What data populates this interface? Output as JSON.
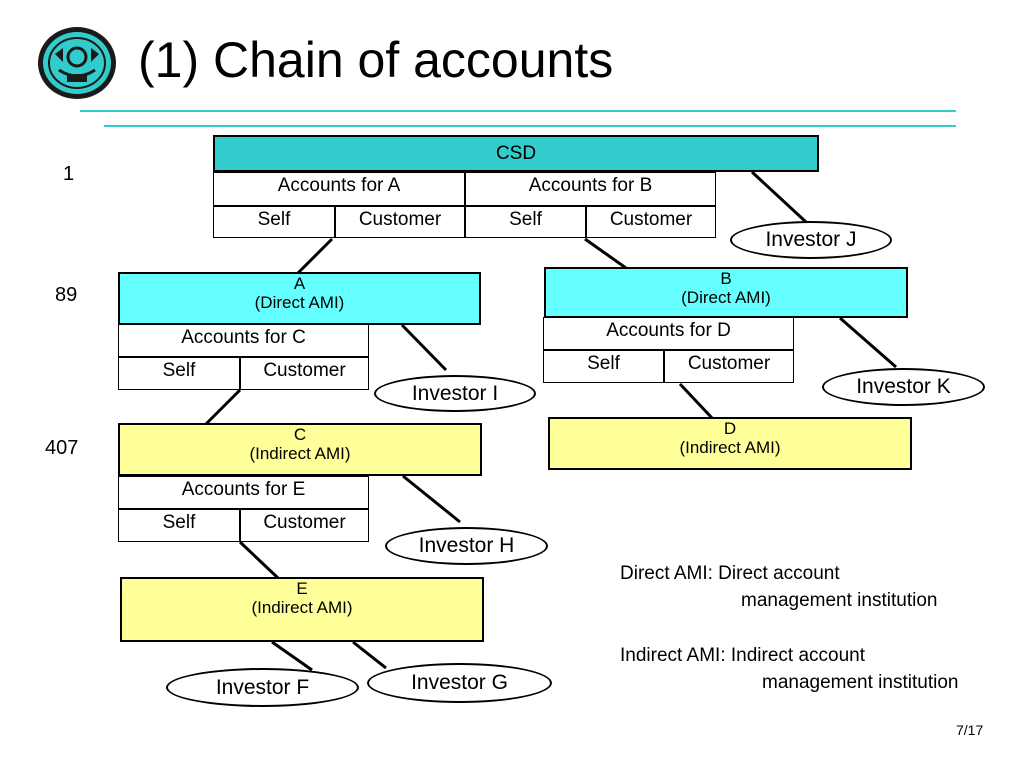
{
  "title": "(1) Chain of accounts",
  "levels": {
    "csd": "1",
    "direct": "89",
    "indirect": "407"
  },
  "nodes": {
    "csd": {
      "name": "CSD"
    },
    "a": {
      "name": "A",
      "type": "(Direct AMI)"
    },
    "b": {
      "name": "B",
      "type": "(Direct AMI)"
    },
    "c": {
      "name": "C",
      "type": "(Indirect AMI)"
    },
    "d": {
      "name": "D",
      "type": "(Indirect AMI)"
    },
    "e": {
      "name": "E",
      "type": "(Indirect AMI)"
    }
  },
  "accounts": {
    "csd_a": {
      "header": "Accounts for A",
      "self": "Self",
      "customer": "Customer"
    },
    "csd_b": {
      "header": "Accounts for B",
      "self": "Self",
      "customer": "Customer"
    },
    "a_c": {
      "header": "Accounts for C",
      "self": "Self",
      "customer": "Customer"
    },
    "b_d": {
      "header": "Accounts for D",
      "self": "Self",
      "customer": "Customer"
    },
    "c_e": {
      "header": "Accounts for E",
      "self": "Self",
      "customer": "Customer"
    }
  },
  "investors": {
    "j": "Investor J",
    "i": "Investor I",
    "k": "Investor K",
    "h": "Investor H",
    "f": "Investor F",
    "g": "Investor G"
  },
  "legend": {
    "direct_line1": "Direct AMI: Direct account",
    "direct_line2": "management institution",
    "indirect_line1": "Indirect AMI: Indirect account",
    "indirect_line2": "management institution"
  },
  "page_number": "7/17",
  "colors": {
    "csd": "#33cccc",
    "direct_ami": "#66ffff",
    "indirect_ami": "#ffff99",
    "rule": "#33cccc"
  }
}
